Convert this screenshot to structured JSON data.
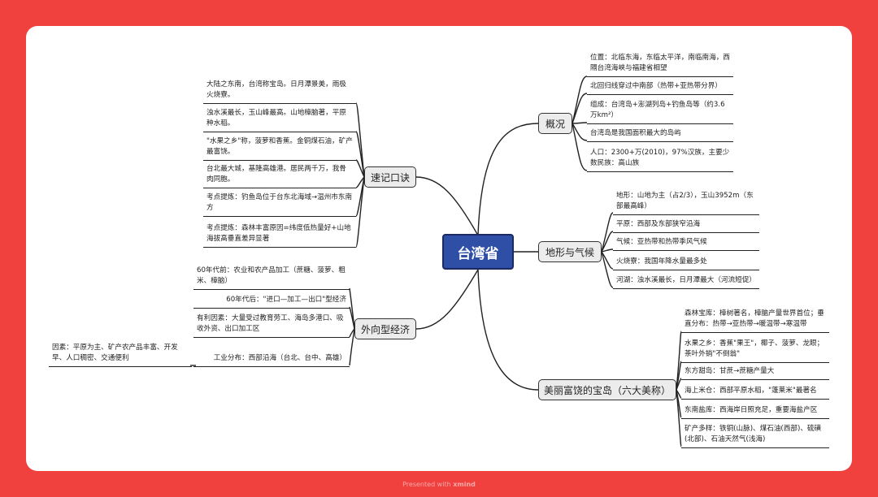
{
  "root": "台湾省",
  "branches": {
    "overview": {
      "label": "概况",
      "items": [
        "位置：北临东海，东临太平洋，南临南海，西隔台湾海峡与福建省相望",
        "北回归线穿过中南部（热带+亚热带分界）",
        "组成：台湾岛+澎湖列岛+钓鱼岛等（约3.6万km²）",
        "台湾岛是我国面积最大的岛屿",
        "人口：2300+万(2010)，97%汉族，主要少数民族：高山族"
      ]
    },
    "terrain": {
      "label": "地形与气候",
      "items": [
        "地形：山地为主（占2/3），玉山3952m（东部最高峰）",
        "平原：西部及东部狭窄沿海",
        "气候：亚热带和热带季风气候",
        "火烧寮：我国年降水量最多处",
        "河湖：浊水溪最长，日月潭最大（河流短促）"
      ]
    },
    "treasure": {
      "label": "美丽富饶的宝岛（六大美称）",
      "items": [
        "森林宝库：樟树著名，樟脑产量世界首位；垂直分布：热带→亚热带→暖温带→寒温带",
        "水果之乡：香蕉\"果王\"，椰子、菠萝、龙眼；茶叶外销\"不倒翁\"",
        "东方甜岛：甘蔗→蔗糖产量大",
        "海上米仓：西部平原水稻，\"蓬莱米\"最著名",
        "东南盐库：西海岸日照充足，重要海盐产区",
        "矿产多样：铁铜(山脉)、煤石油(西部)、硫磺(北部)、石油天然气(浅海)"
      ]
    },
    "mnemonic": {
      "label": "速记口诀",
      "items": [
        "大陆之东南，台湾称宝岛。日月潭景美，雨极火烧寮。",
        "浊水溪最长，玉山峰最高。山地樟脑著，平原种水稻。",
        "\"水果之乡\"称，菠萝和香蕉。金铜煤石油，矿产最富饶。",
        "台北最大城，基隆高雄港。居民两千万，我骨肉同胞。",
        "考点提炼：钓鱼岛位于台东北海域→温州市东南方",
        "考点提炼：森林丰富原因=纬度低热量好+山地海拔高垂直差异显著"
      ]
    },
    "economy": {
      "label": "外向型经济",
      "items": [
        "60年代前：农业和农产品加工（蔗糖、菠萝、粗米、樟脑）",
        "60年代后：\"进口—加工—出口\"型经济",
        "有利因素：大量受过教育劳工、海岛多港口、吸收外资、出口加工区",
        "工业分布：西部沿海（台北、台中、高雄）"
      ],
      "sub_item": "因素：平原为主、矿产农产品丰富、开发早、人口稠密、交通便利"
    }
  },
  "footer": {
    "prefix": "Presented with",
    "brand": "xmind"
  }
}
